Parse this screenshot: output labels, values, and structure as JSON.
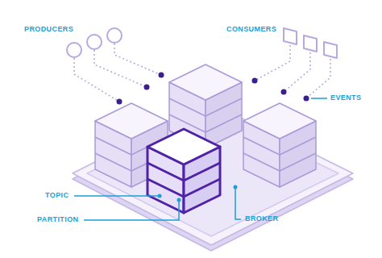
{
  "diagram": {
    "labels": [
      "PRODUCERS",
      "CONSUMERS",
      "EVENTS",
      "TOPIC",
      "PARTITION",
      "BROKER"
    ]
  }
}
